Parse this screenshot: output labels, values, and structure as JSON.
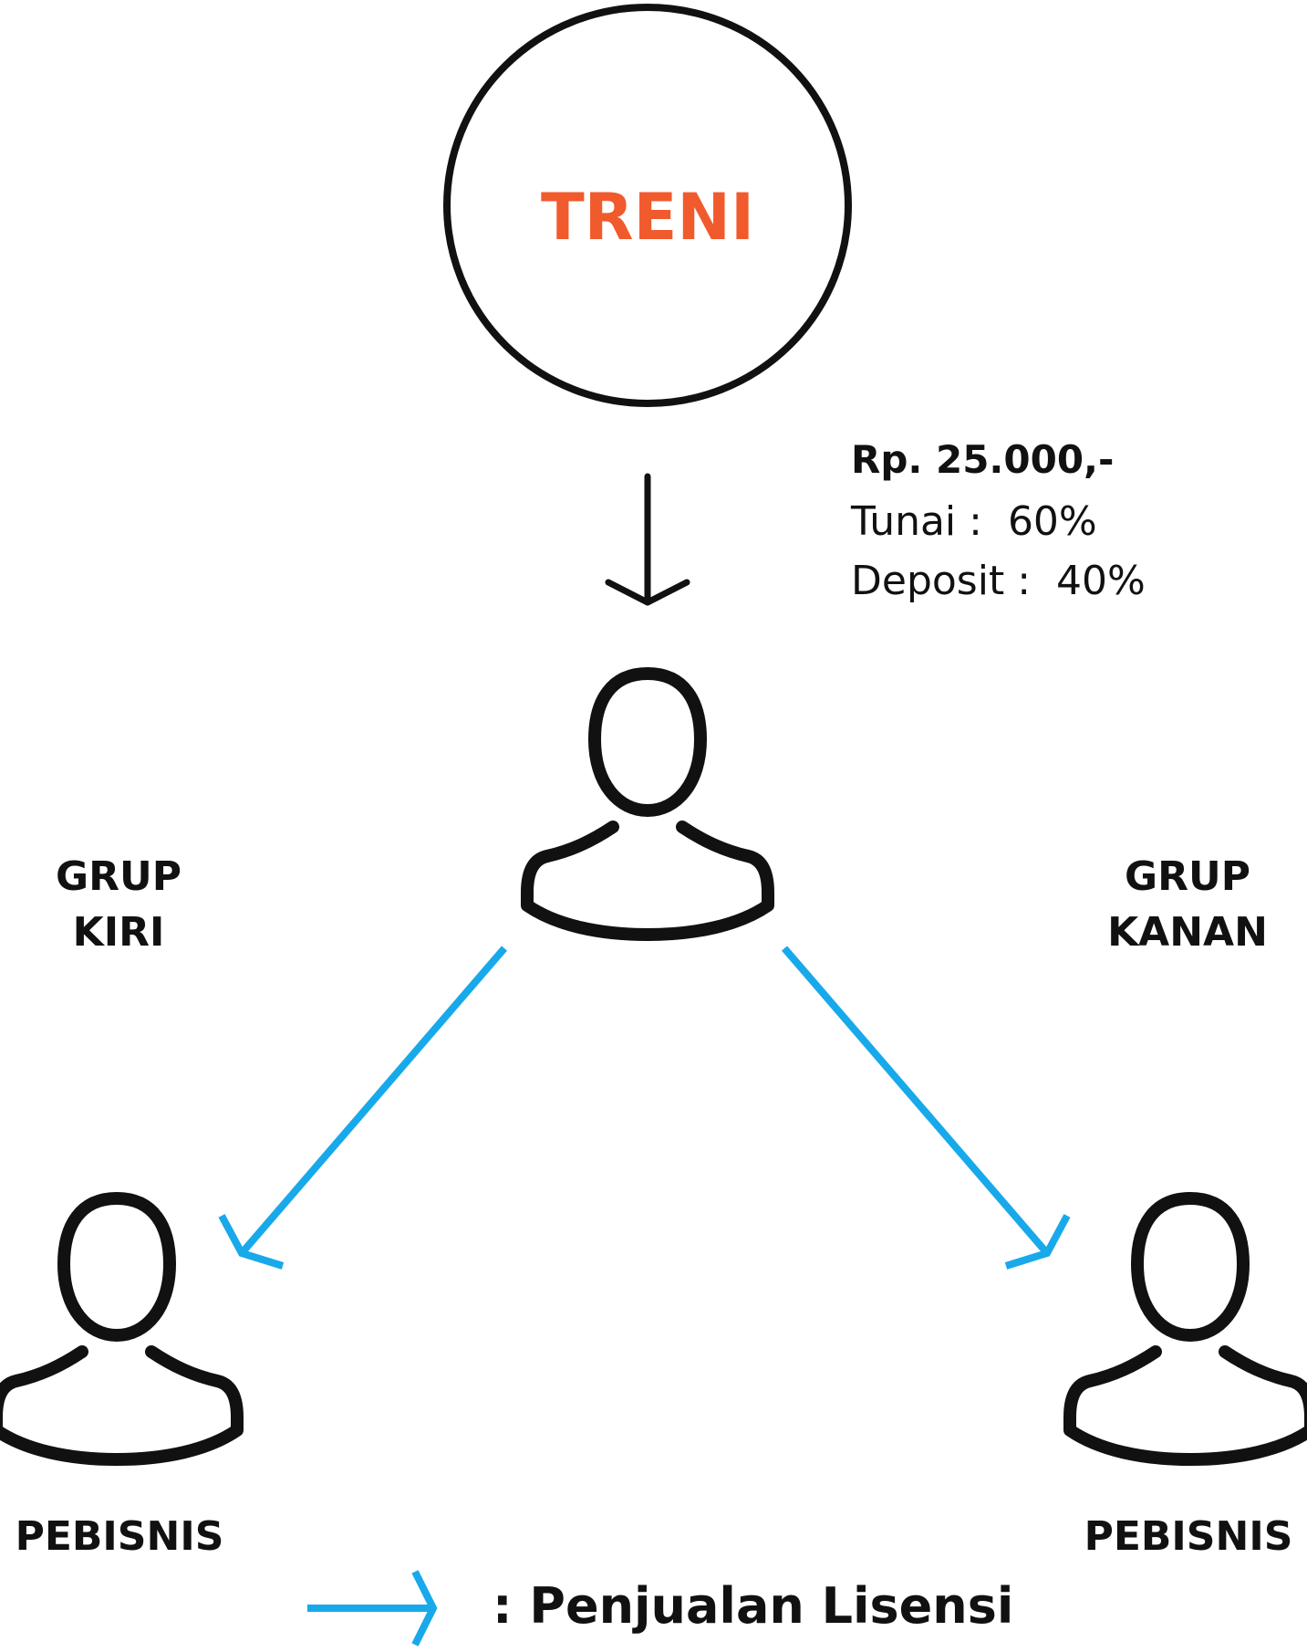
{
  "title": "TRENI",
  "price": {
    "amount": "Rp. 25.000,-",
    "cash_line": "Tunai :  60%",
    "deposit_line": "Deposit :  40%"
  },
  "groups": {
    "left": {
      "line1": "GRUP",
      "line2": "KIRI"
    },
    "right": {
      "line1": "GRUP",
      "line2": "KANAN"
    }
  },
  "businesses": {
    "left": "PEBISNIS",
    "right": "PEBISNIS"
  },
  "legend": {
    "label": ": Penjualan Lisensi"
  },
  "colors": {
    "title": "#f15a2c",
    "arrow_sale": "#18a9ea",
    "stroke": "#111111"
  },
  "icons": {
    "center": "person-icon",
    "left": "person-icon",
    "right": "person-icon"
  }
}
